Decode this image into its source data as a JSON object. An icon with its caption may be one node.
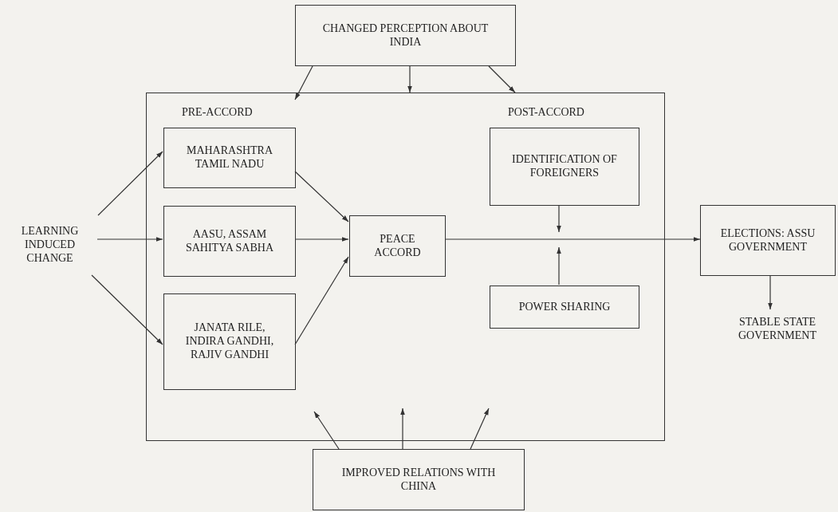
{
  "diagram": {
    "nodes": [
      {
        "text": [
          "CHANGED PERCEPTION ABOUT INDIA"
        ]
      },
      {
        "text": [
          "PRE-ACCORD",
          "POST-ACCORD"
        ]
      },
      {
        "text": [
          "LEARNING INDUCED CHANGE"
        ]
      },
      {
        "text": [
          "MAHARASHTRA TAMIL NADU"
        ],
        "in": 1
      },
      {
        "text": [
          "AASU, ASSAM SAHITYA SABHA"
        ],
        "in": 1
      },
      {
        "text": [
          "JANATA RILE, INDIRA GANDHI, RAJIV GANDHI"
        ],
        "in": 1
      },
      {
        "text": [
          "PEACE ACCORD"
        ],
        "in": 1
      },
      {
        "text": [
          "IDENTIFICATION OF FOREIGNERS"
        ],
        "in": 1
      },
      {
        "text": [
          "POWER SHARING"
        ],
        "in": 1
      },
      {
        "text": [
          "ELECTIONS: ASSU GOVERNMENT"
        ]
      },
      {
        "text": [
          "STABLE STATE GOVERNMENT"
        ]
      },
      {
        "text": [
          "IMPROVED RELATIONS WITH CHINA"
        ]
      }
    ],
    "edges": [
      {
        "from": 0,
        "to": 1,
        "arrow": "to"
      },
      {
        "from": 0,
        "to": 1,
        "arrow": "to"
      },
      {
        "from": 0,
        "to": 1,
        "arrow": "to"
      },
      {
        "from": 2,
        "to": 3,
        "arrow": "to"
      },
      {
        "from": 2,
        "to": 4,
        "arrow": "to"
      },
      {
        "from": 2,
        "to": 5,
        "arrow": "to"
      },
      {
        "from": 3,
        "to": 6,
        "arrow": "to"
      },
      {
        "from": 4,
        "to": 6,
        "arrow": "to"
      },
      {
        "from": 5,
        "to": 6,
        "arrow": "to"
      },
      {
        "from": 6,
        "to": 9,
        "arrow": "to"
      },
      {
        "from": 7,
        "to": null,
        "arrow": "to"
      },
      {
        "from": 8,
        "to": null,
        "arrow": "to"
      },
      {
        "from": 9,
        "to": 10,
        "arrow": "to"
      },
      {
        "from": 11,
        "to": 1,
        "arrow": "to"
      },
      {
        "from": 11,
        "to": 1,
        "arrow": "to"
      },
      {
        "from": 11,
        "to": 1,
        "arrow": "to"
      }
    ]
  }
}
